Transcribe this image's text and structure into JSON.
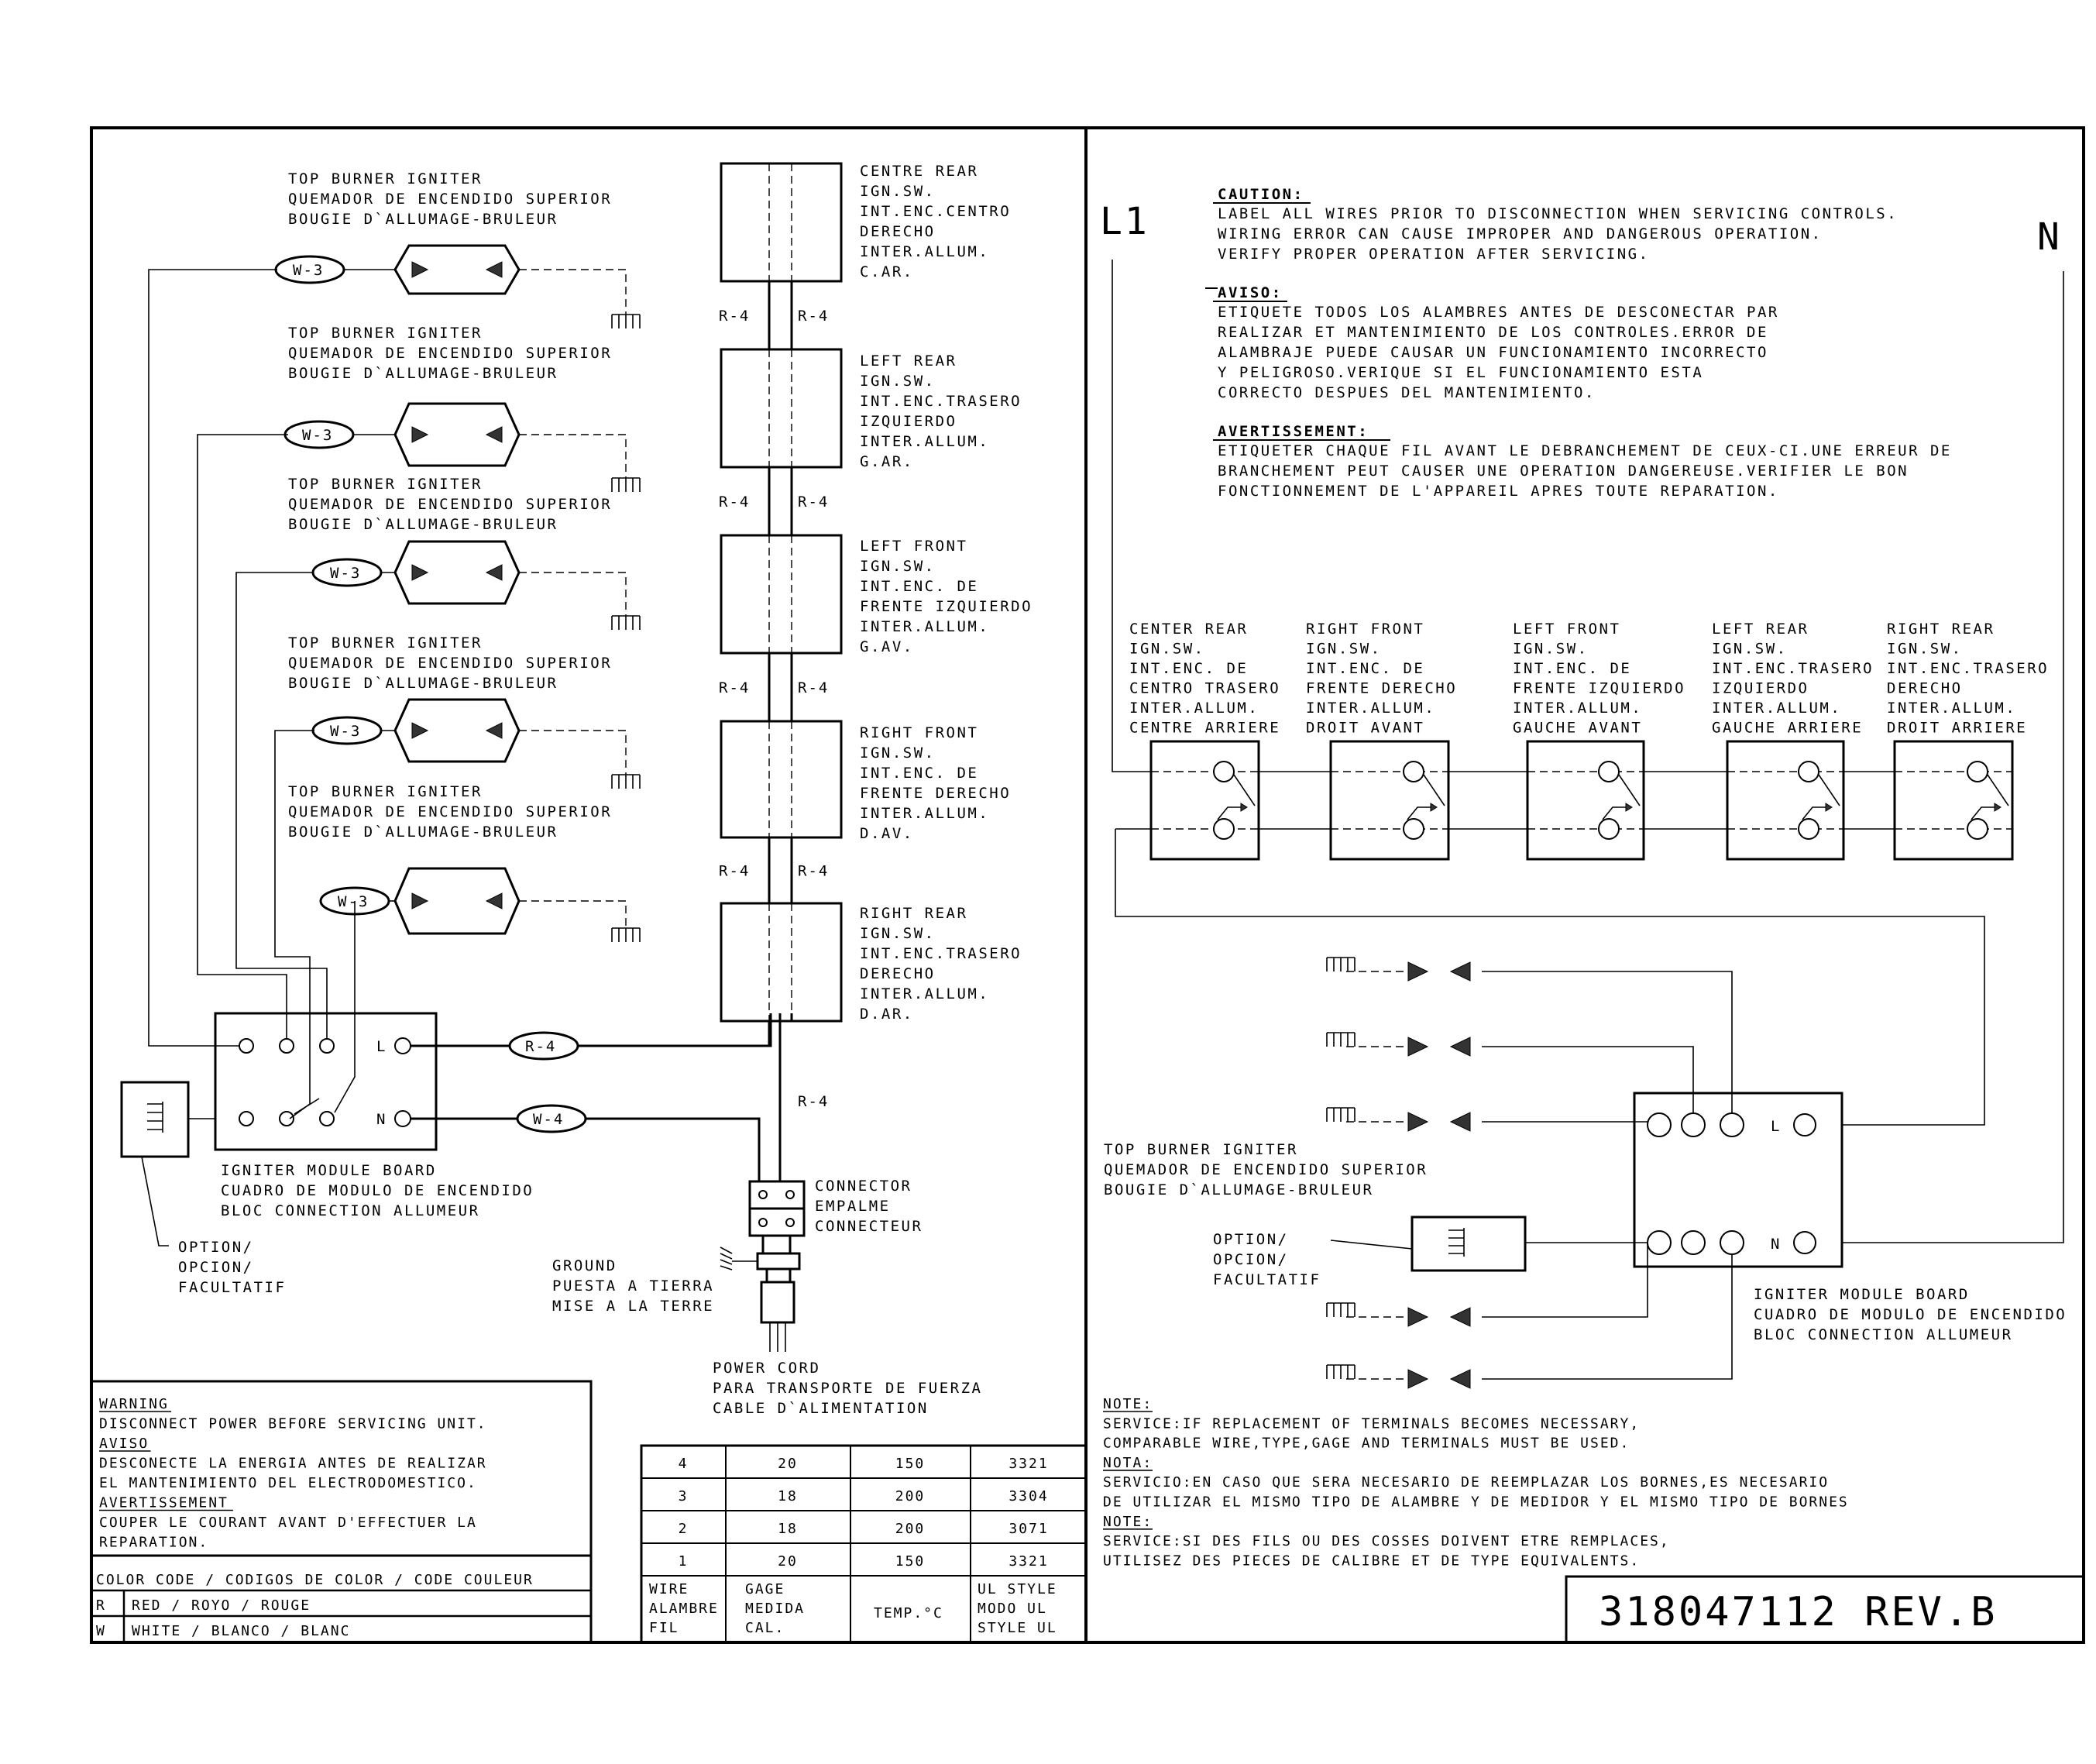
{
  "left": {
    "igniter_label": [
      "TOP BURNER IGNITER",
      "QUEMADOR DE ENCENDIDO SUPERIOR",
      "BOUGIE D`ALLUMAGE-BRULEUR"
    ],
    "wire_w3": "W-3",
    "wire_r4": "R-4",
    "wire_w4": "W-4",
    "term_l": "L",
    "term_n": "N",
    "switches": [
      [
        "CENTRE REAR",
        "IGN.SW.",
        "INT.ENC.CENTRO",
        "DERECHO",
        "INTER.ALLUM.",
        "C.AR."
      ],
      [
        "LEFT REAR",
        "IGN.SW.",
        "INT.ENC.TRASERO",
        "IZQUIERDO",
        "INTER.ALLUM.",
        "G.AR."
      ],
      [
        "LEFT FRONT",
        "IGN.SW.",
        "INT.ENC. DE",
        "FRENTE IZQUIERDO",
        "INTER.ALLUM.",
        "G.AV."
      ],
      [
        "RIGHT FRONT",
        "IGN.SW.",
        "INT.ENC. DE",
        "FRENTE DERECHO",
        "INTER.ALLUM.",
        "D.AV."
      ],
      [
        "RIGHT REAR",
        "IGN.SW.",
        "INT.ENC.TRASERO",
        "DERECHO",
        "INTER.ALLUM.",
        "D.AR."
      ]
    ],
    "module_label": [
      "IGNITER MODULE BOARD",
      "CUADRO DE MODULO DE ENCENDIDO",
      "BLOC CONNECTION ALLUMEUR"
    ],
    "option_label": [
      "OPTION/",
      "OPCION/",
      "FACULTATIF"
    ],
    "connector_label": [
      "CONNECTOR",
      "EMPALME",
      "CONNECTEUR"
    ],
    "ground_label": [
      "GROUND",
      "PUESTA A TIERRA",
      "MISE A LA TERRE"
    ],
    "power_cord_label": [
      "POWER CORD",
      "PARA TRANSPORTE DE FUERZA",
      "CABLE D`ALIMENTATION"
    ]
  },
  "warning_block": {
    "lines": [
      {
        "text": "WARNING",
        "underline": true
      },
      {
        "text": "DISCONNECT POWER BEFORE SERVICING UNIT.",
        "underline": false
      },
      {
        "text": "AVISO",
        "underline": true
      },
      {
        "text": "DESCONECTE LA ENERGIA ANTES DE REALIZAR",
        "underline": false
      },
      {
        "text": "EL MANTENIMIENTO DEL ELECTRODOMESTICO.",
        "underline": false
      },
      {
        "text": "AVERTISSEMENT",
        "underline": true
      },
      {
        "text": "COUPER LE COURANT AVANT D'EFFECTUER LA",
        "underline": false
      },
      {
        "text": "REPARATION.",
        "underline": false
      }
    ]
  },
  "color_code": {
    "title": "COLOR CODE / CODIGOS DE COLOR / CODE COULEUR",
    "rows": [
      {
        "code": "R",
        "name": "RED / ROYO / ROUGE"
      },
      {
        "code": "W",
        "name": "WHITE / BLANCO / BLANC"
      }
    ]
  },
  "wire_table": {
    "rows": [
      [
        "4",
        "20",
        "150",
        "3321"
      ],
      [
        "3",
        "18",
        "200",
        "3304"
      ],
      [
        "2",
        "18",
        "200",
        "3071"
      ],
      [
        "1",
        "20",
        "150",
        "3321"
      ]
    ],
    "headers": [
      [
        "WIRE",
        "ALAMBRE",
        "FIL"
      ],
      [
        "GAGE",
        "MEDIDA",
        "CAL."
      ],
      [
        "TEMP.°C"
      ],
      [
        "UL STYLE",
        "MODO UL",
        "STYLE UL"
      ]
    ]
  },
  "right": {
    "l1_label": "L1",
    "n_label": "N",
    "caution_heading": "CAUTION:",
    "caution_lines": [
      "LABEL ALL WIRES PRIOR TO DISCONNECTION WHEN SERVICING CONTROLS.",
      "WIRING ERROR CAN CAUSE IMPROPER AND DANGEROUS OPERATION.",
      "VERIFY PROPER OPERATION AFTER SERVICING."
    ],
    "aviso_heading": "AVISO:",
    "aviso_lines": [
      "ETIQUETE TODOS LOS ALAMBRES ANTES DE DESCONECTAR PAR",
      "REALIZAR ET MANTENIMIENTO DE LOS CONTROLES.ERROR DE",
      "ALAMBRAJE PUEDE CAUSAR UN FUNCIONAMIENTO INCORRECTO",
      "Y PELIGROSO.VERIQUE SI EL FUNCIONAMIENTO ESTA",
      "CORRECTO DESPUES DEL MANTENIMIENTO."
    ],
    "avert_heading": "AVERTISSEMENT:",
    "avert_lines": [
      "ETIQUETER CHAQUE FIL AVANT LE DEBRANCHEMENT DE CEUX-CI.UNE ERREUR DE",
      "BRANCHEMENT PEUT CAUSER UNE OPERATION DANGEREUSE.VERIFIER LE BON",
      "FONCTIONNEMENT DE L'APPAREIL APRES TOUTE REPARATION."
    ],
    "switches": [
      [
        "CENTER REAR",
        "IGN.SW.",
        "INT.ENC. DE",
        "CENTRO TRASERO",
        "INTER.ALLUM.",
        "CENTRE ARRIERE"
      ],
      [
        "RIGHT FRONT",
        "IGN.SW.",
        "INT.ENC. DE",
        "FRENTE DERECHO",
        "INTER.ALLUM.",
        "DROIT AVANT"
      ],
      [
        "LEFT FRONT",
        "IGN.SW.",
        "INT.ENC. DE",
        "FRENTE IZQUIERDO",
        "INTER.ALLUM.",
        "GAUCHE AVANT"
      ],
      [
        "LEFT REAR",
        "IGN.SW.",
        "INT.ENC.TRASERO",
        "IZQUIERDO",
        "INTER.ALLUM.",
        "GAUCHE ARRIERE"
      ],
      [
        "RIGHT REAR",
        "IGN.SW.",
        "INT.ENC.TRASERO",
        "DERECHO",
        "INTER.ALLUM.",
        "DROIT ARRIERE"
      ]
    ],
    "igniter_label": [
      "TOP BURNER IGNITER",
      "QUEMADOR DE ENCENDIDO SUPERIOR",
      "BOUGIE D`ALLUMAGE-BRULEUR"
    ],
    "option_label": [
      "OPTION/",
      "OPCION/",
      "FACULTATIF"
    ],
    "module_label": [
      "IGNITER MODULE BOARD",
      "CUADRO DE MODULO DE ENCENDIDO",
      "BLOC CONNECTION ALLUMEUR"
    ],
    "term_l": "L",
    "term_n": "N",
    "notes": [
      {
        "text": "NOTE:",
        "underline": true
      },
      {
        "text": "SERVICE:IF REPLACEMENT OF TERMINALS BECOMES NECESSARY,",
        "underline": false
      },
      {
        "text": "COMPARABLE WIRE,TYPE,GAGE AND TERMINALS MUST BE USED.",
        "underline": false
      },
      {
        "text": "NOTA:",
        "underline": true
      },
      {
        "text": "SERVICIO:EN CASO QUE SERA NECESARIO DE REEMPLAZAR LOS BORNES,ES NECESARIO",
        "underline": false
      },
      {
        "text": "DE UTILIZAR EL MISMO TIPO DE ALAMBRE Y DE MEDIDOR Y EL MISMO TIPO DE BORNES",
        "underline": false
      },
      {
        "text": "NOTE:",
        "underline": true
      },
      {
        "text": "SERVICE:SI DES FILS OU DES COSSES DOIVENT ETRE REMPLACES,",
        "underline": false
      },
      {
        "text": "UTILISEZ DES PIECES DE CALIBRE ET DE TYPE EQUIVALENTS.",
        "underline": false
      }
    ],
    "part_number": "318047112 REV.B"
  }
}
